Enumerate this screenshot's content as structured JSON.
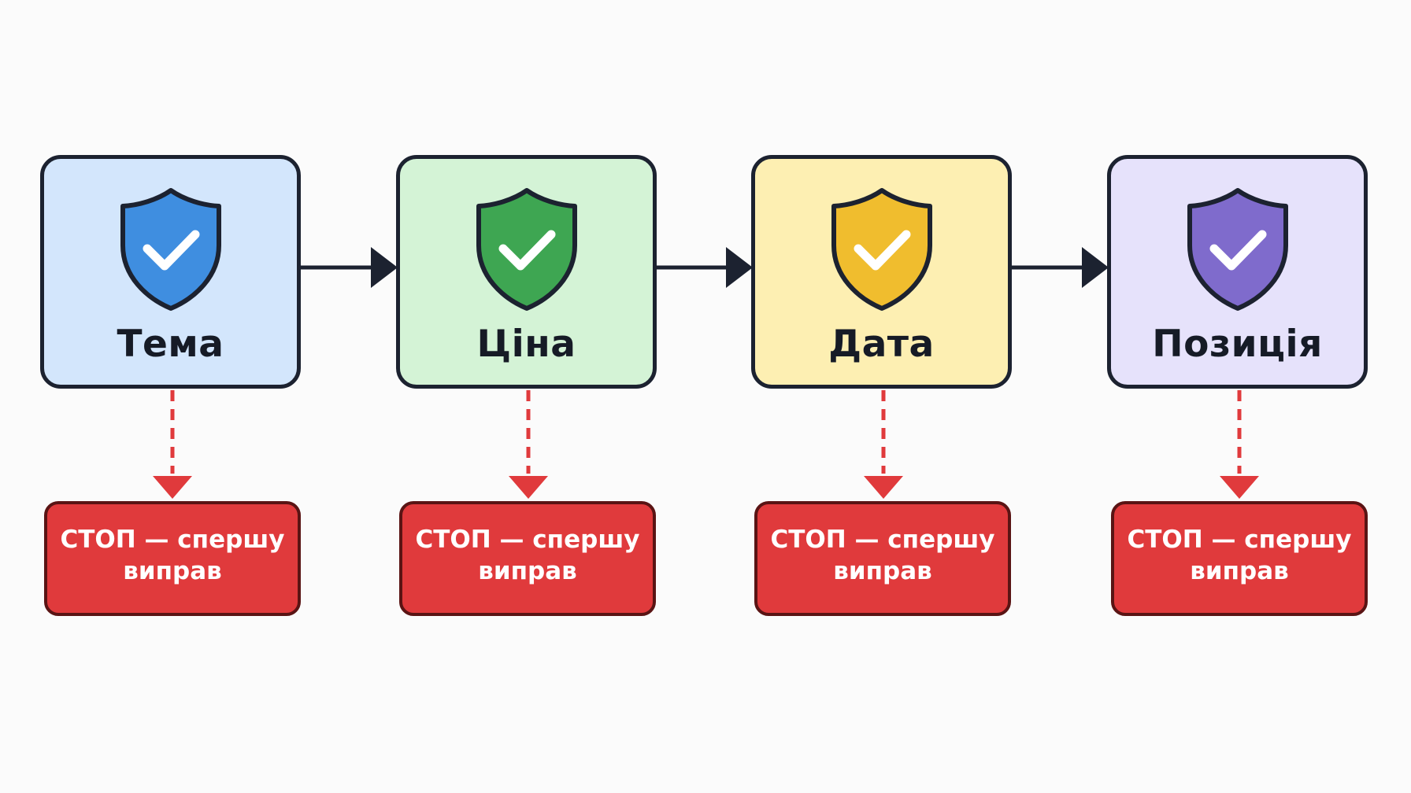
{
  "stages": [
    {
      "label": "Тема",
      "fill": "#d3e6fc",
      "shield_color": "#3f8ee0"
    },
    {
      "label": "Ціна",
      "fill": "#d4f3d6",
      "shield_color": "#3ea652"
    },
    {
      "label": "Дата",
      "fill": "#fdefb2",
      "shield_color": "#f0bd2e"
    },
    {
      "label": "Позиція",
      "fill": "#e6e2fb",
      "shield_color": "#7f6bcc"
    }
  ],
  "stop_boxes": [
    {
      "label": "СТОП — спершу виправ"
    },
    {
      "label": "СТОП — спершу виправ"
    },
    {
      "label": "СТОП — спершу виправ"
    },
    {
      "label": "СТОП — спершу виправ"
    }
  ],
  "colors": {
    "flow_arrow": "#1c2230",
    "stop_arrow": "#e03a3c",
    "stop_fill": "#e03a3c",
    "outline": "#1c2230"
  },
  "icons": {
    "stage": "shield-check-icon",
    "flow": "arrow-right",
    "stop": "arrow-down-dashed"
  }
}
